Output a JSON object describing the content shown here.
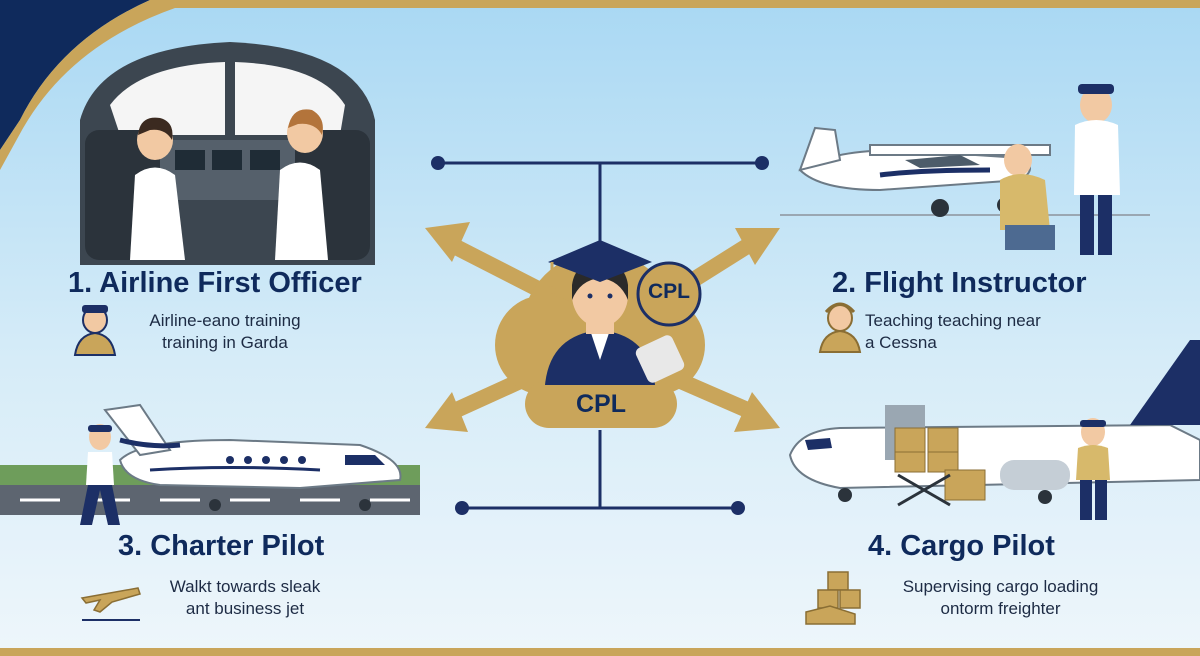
{
  "center": {
    "badge_label": "CPL",
    "banner_label": "CPL"
  },
  "careers": [
    {
      "title": "1. Airline First Officer",
      "desc_line1": "Airline-eano training",
      "desc_line2": "training in Garda",
      "icon": "pilot-icon"
    },
    {
      "title": "2. Flight Instructor",
      "desc_line1": "Teaching teaching near",
      "desc_line2": "a Cessna",
      "icon": "instructor-icon"
    },
    {
      "title": "3. Charter Pilot",
      "desc_line1": "Walkt towards sleak",
      "desc_line2": "ant business jet",
      "icon": "airplane-icon"
    },
    {
      "title": "4. Cargo Pilot",
      "desc_line1": "Supervising cargo loading",
      "desc_line2": "ontorm freighter",
      "icon": "boxes-icon"
    }
  ],
  "colors": {
    "navy": "#0f2a5c",
    "gold": "#c9a55a",
    "sky": "#a9d8f3"
  }
}
